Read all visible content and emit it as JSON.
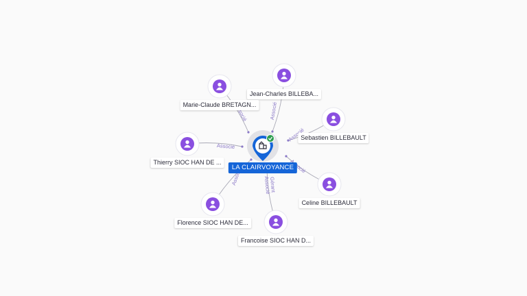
{
  "company": {
    "name": "LA CLAIRVOYANCE",
    "icon": "building-icon",
    "status_icon": "check-badge-icon",
    "status_color": "#2e9e4f",
    "accent_color": "#1565d8"
  },
  "person_icon": "person-icon",
  "person_color": "#8a4fe0",
  "people": [
    {
      "name": "Jean-Charles BILLEBA...",
      "role": "Associé"
    },
    {
      "name": "Marie-Claude BRETAGN...",
      "role": "Associé"
    },
    {
      "name": "Sebastien BILLEBAULT",
      "role": "Associé"
    },
    {
      "name": "Thierry SIOC HAN DE ...",
      "role": "Associé"
    },
    {
      "name": "Celine BILLEBAULT",
      "role": "Associé"
    },
    {
      "name": "Florence SIOC HAN DE...",
      "role": "Associé"
    },
    {
      "name": "Francoise SIOC HAN D...",
      "role": "Gérant\nAssocié"
    }
  ]
}
